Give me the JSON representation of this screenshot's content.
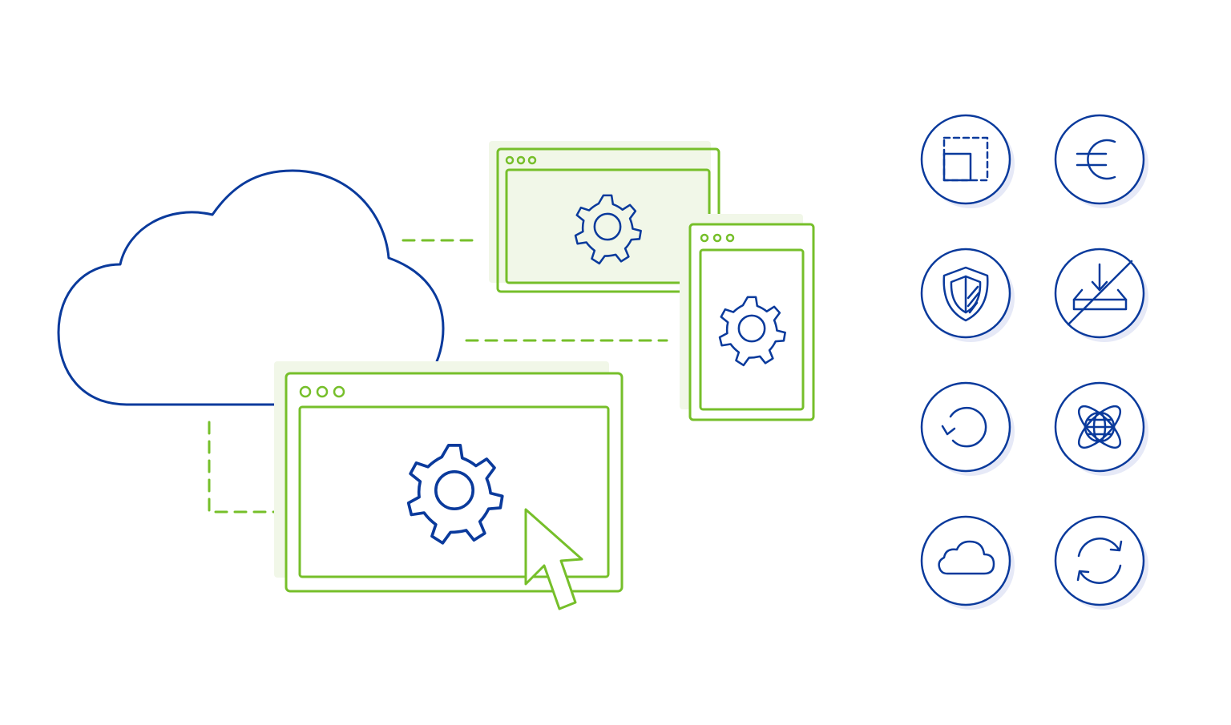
{
  "colors": {
    "outline_blue": "#0a3a9c",
    "accent_green": "#76bf2a",
    "panel_shadow": "#f1f7e8",
    "icon_shadow": "#e6e9f7",
    "background": "#ffffff"
  },
  "scene": {
    "cloud": "cloud-outline",
    "windows": [
      "settings-window",
      "settings-window",
      "settings-window"
    ],
    "cursor": "arrow-cursor"
  },
  "icons": [
    "resize-icon",
    "euro-icon",
    "shield-icon",
    "no-storage-icon",
    "restore-icon",
    "global-network-icon",
    "cloud-icon",
    "sync-icon"
  ]
}
